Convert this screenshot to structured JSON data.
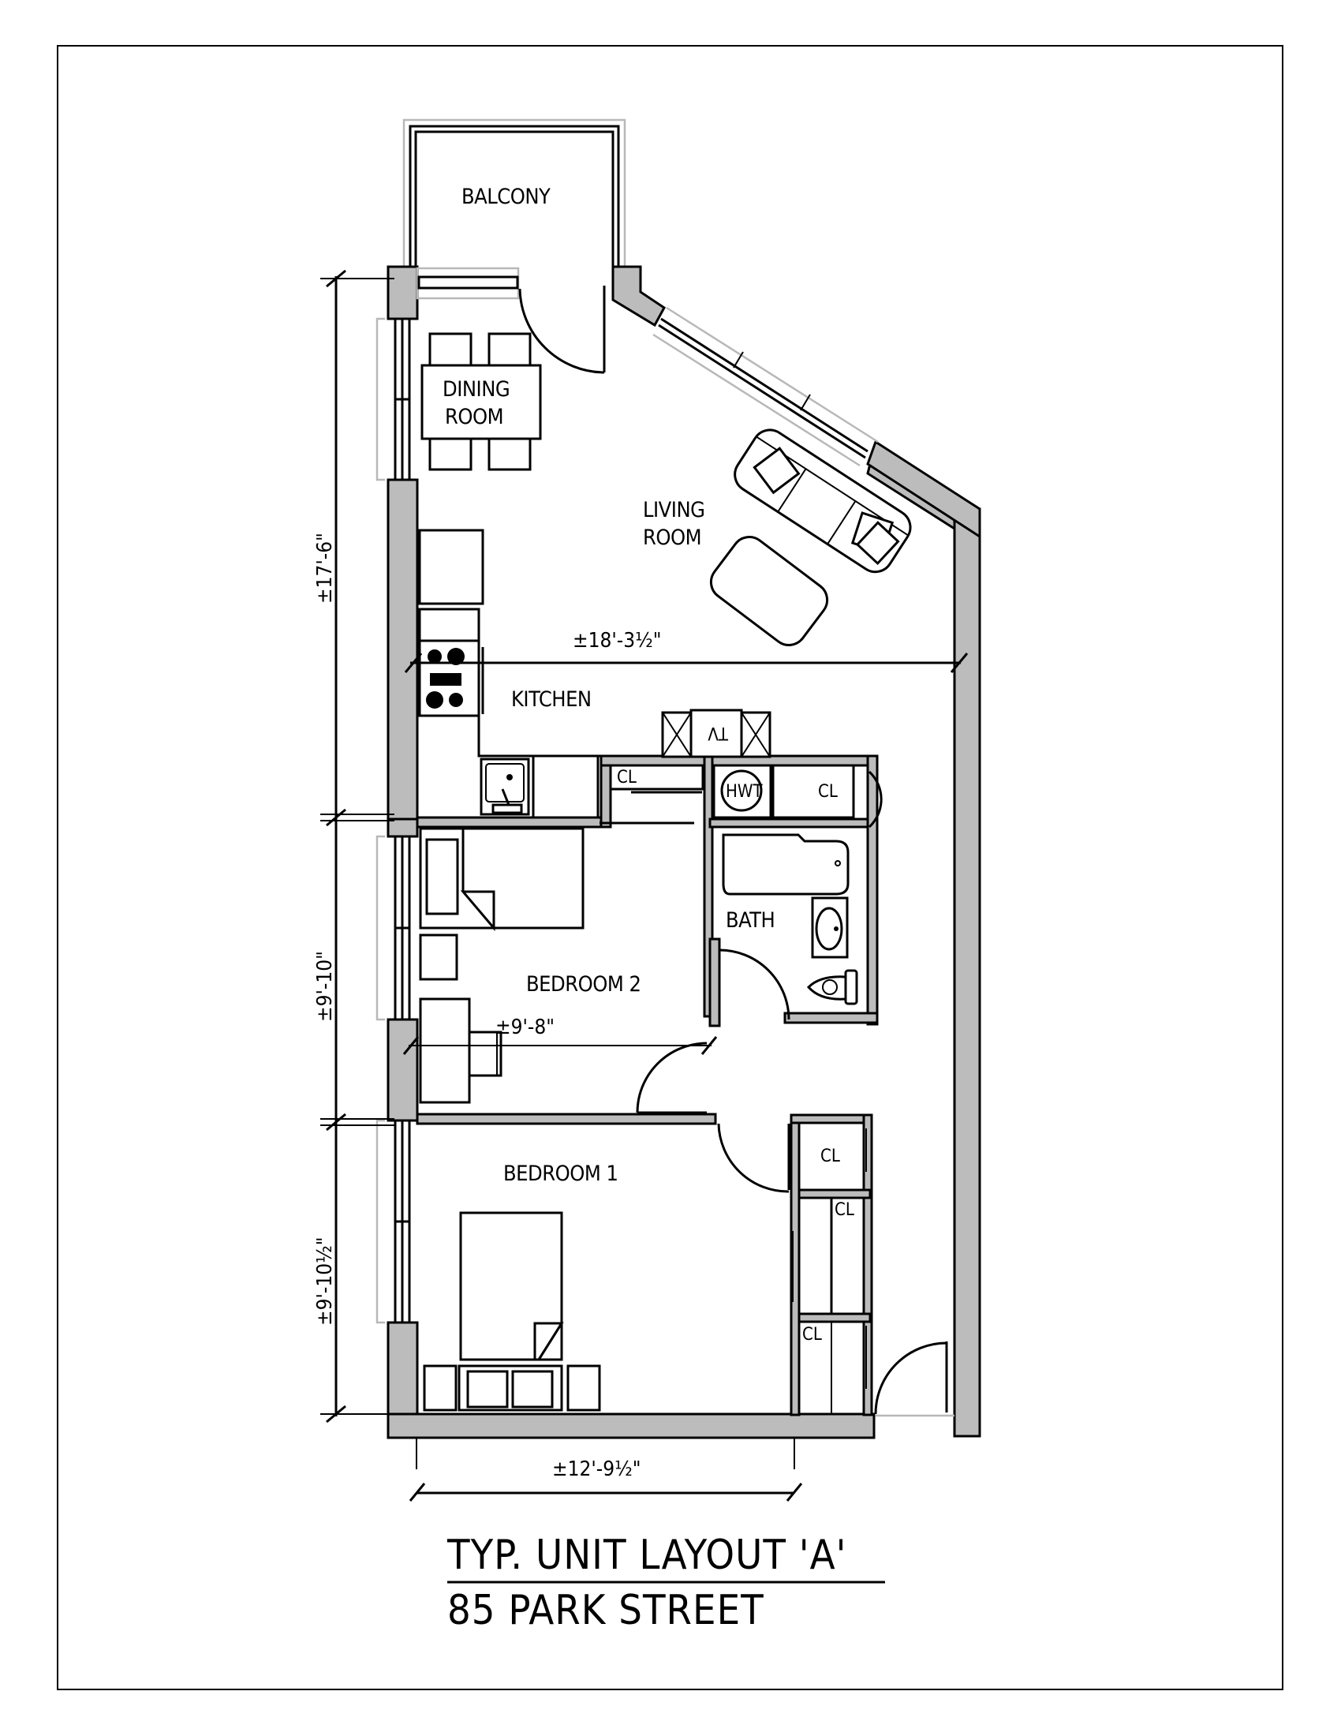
{
  "drawing": {
    "title": "TYP. UNIT LAYOUT 'A'",
    "subtitle": "85 PARK STREET",
    "colors": {
      "wall_fill": "#bcbcbc",
      "line": "#000000",
      "glazing": "#b8b8b8",
      "background": "#ffffff"
    }
  },
  "rooms": {
    "balcony": "BALCONY",
    "dining_line1": "DINING",
    "dining_line2": "ROOM",
    "living_line1": "LIVING",
    "living_line2": "ROOM",
    "kitchen": "KITCHEN",
    "bath": "BATH",
    "bedroom2": "BEDROOM 2",
    "bedroom1": "BEDROOM 1"
  },
  "fixtures": {
    "tv": "TV",
    "hwt": "HWT",
    "closet_labels": [
      "CL",
      "CL",
      "CL",
      "CL",
      "CL"
    ]
  },
  "dimensions": {
    "left_top": "±17'-6\"",
    "left_mid": "±9'-10\"",
    "left_bottom_main": "±9'-10",
    "left_bottom_frac": "½\"",
    "living_width_main": "±18'-3",
    "living_width_frac": "½\"",
    "bedroom2_width": "±9'-8\"",
    "bottom_width_main": "±12'-9",
    "bottom_width_frac": "½\""
  }
}
